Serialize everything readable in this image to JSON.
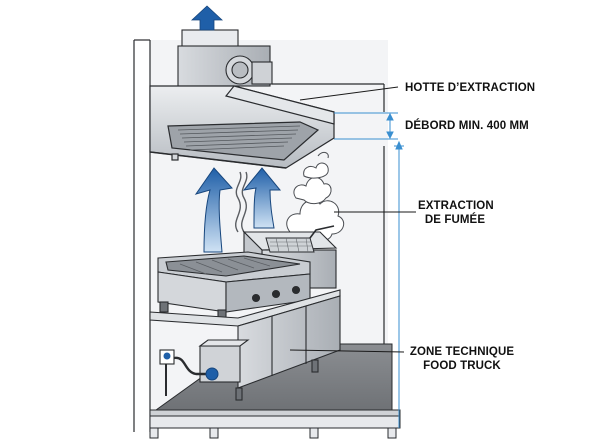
{
  "labels": {
    "hood": "HOTTE D’EXTRACTION",
    "overhang": "DÉBORD MIN. 400 MM",
    "smoke_line1": "EXTRACTION",
    "smoke_line2": "DE FUMÉE",
    "zone_line1": "ZONE TECHNIQUE",
    "zone_line2": "FOOD TRUCK"
  },
  "colors": {
    "arrow_blue": "#1f5fa8",
    "dimension_blue": "#3a8fd0",
    "steel_light": "#dcdfe3",
    "steel_mid": "#b9bec4",
    "steel_dark": "#7d838a",
    "floor": "#7c7f83",
    "wall": "#eef0f2",
    "outline": "#2a2c2f"
  },
  "icons": [
    "exhaust-arrow-icon",
    "smoke-icon",
    "fryer-basket-icon",
    "gas-valve-icon"
  ]
}
